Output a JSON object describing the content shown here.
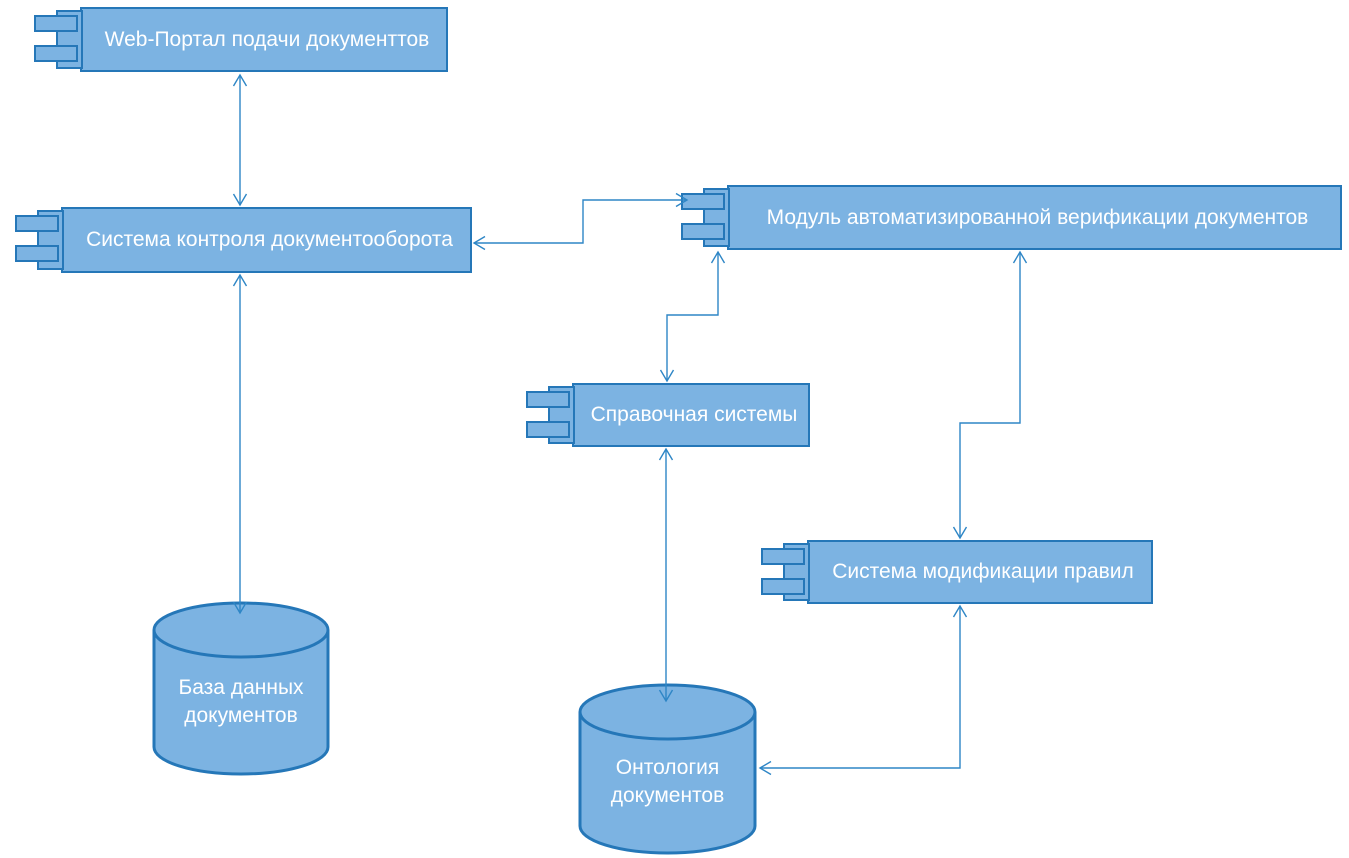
{
  "colors": {
    "shape_fill": "#7CB3E2",
    "shape_border": "#2577B8",
    "connector": "#2E86C6",
    "label_text": "#FFFFFF",
    "canvas_bg": "#FFFFFF"
  },
  "components": [
    {
      "id": "web-portal",
      "label": "Web-Портал подачи документтов"
    },
    {
      "id": "doc-control",
      "label": "Система контроля документооборота"
    },
    {
      "id": "verification",
      "label": "Модуль автоматизированной верификации документов"
    },
    {
      "id": "reference",
      "label": "Справочная системы"
    },
    {
      "id": "rules",
      "label": "Система модификации правил"
    }
  ],
  "databases": [
    {
      "id": "doc-db",
      "line1": "База данных",
      "line2": "документов"
    },
    {
      "id": "ontology",
      "line1": "Онтология",
      "line2": "документов"
    }
  ],
  "connectors": [
    {
      "from": "web-portal",
      "to": "doc-control",
      "arrows": "both"
    },
    {
      "from": "doc-control",
      "to": "doc-db",
      "arrows": "both"
    },
    {
      "from": "doc-control",
      "to": "verification",
      "arrows": "both"
    },
    {
      "from": "verification",
      "to": "reference",
      "arrows": "both"
    },
    {
      "from": "verification",
      "to": "rules",
      "arrows": "both"
    },
    {
      "from": "reference",
      "to": "ontology",
      "arrows": "both"
    },
    {
      "from": "rules",
      "to": "ontology",
      "arrows": "both"
    }
  ]
}
